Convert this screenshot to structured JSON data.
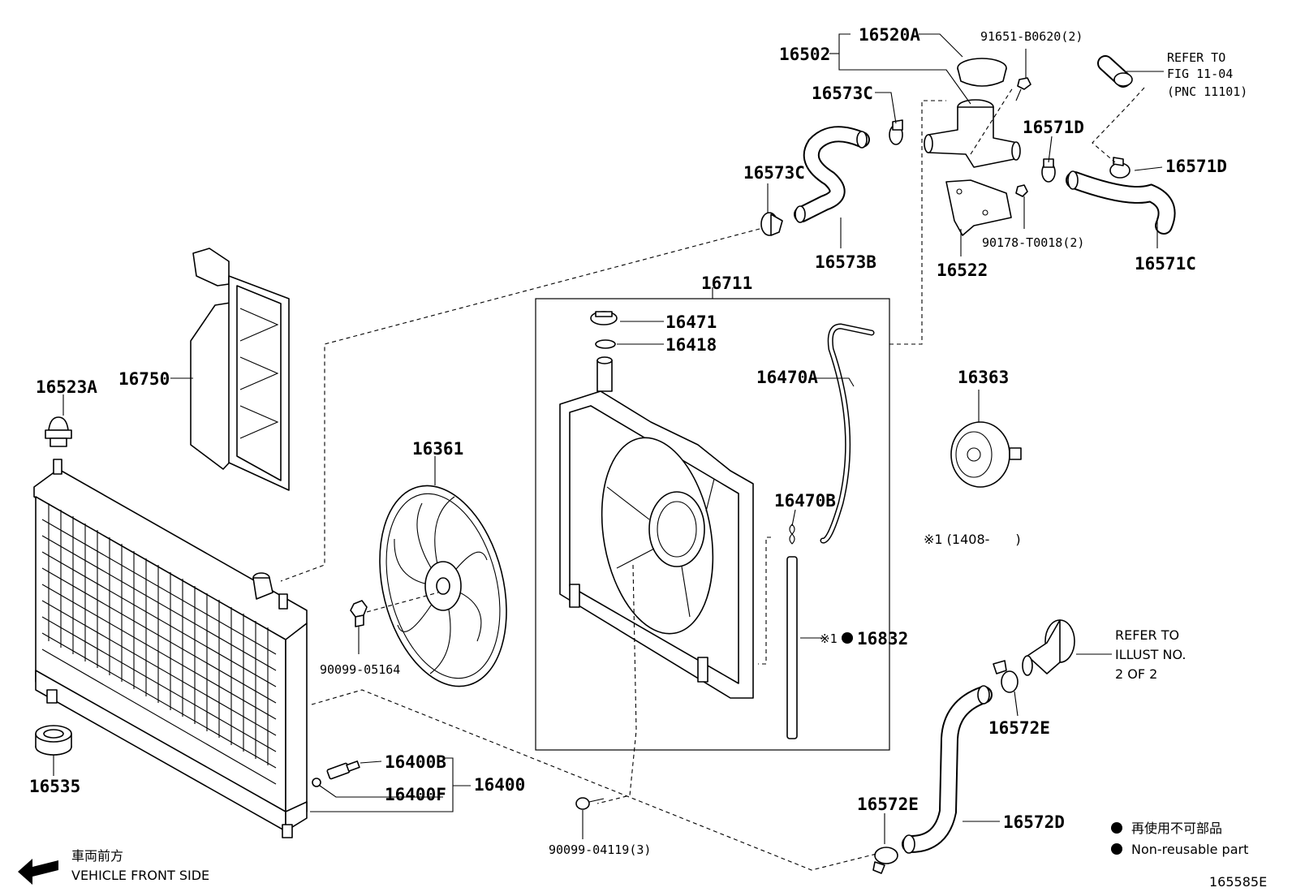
{
  "diagram_id": "165585E",
  "callouts": {
    "p16520A": "16520A",
    "p16502": "16502",
    "p91651": "91651-B0620(2)",
    "p16573C_top": "16573C",
    "p16573C_left": "16573C",
    "p16573B": "16573B",
    "p16571D_left": "16571D",
    "p16571D_right": "16571D",
    "p90178": "90178-T0018(2)",
    "p16522": "16522",
    "p16571C": "16571C",
    "p16711": "16711",
    "p16471": "16471",
    "p16418": "16418",
    "p16470A": "16470A",
    "p16470B": "16470B",
    "p16832": "16832",
    "p16832_mark": "※1",
    "p16363": "16363",
    "p16750": "16750",
    "p16523A": "16523A",
    "p16361": "16361",
    "p90099_05164": "90099-05164",
    "p16535": "16535",
    "p16400B": "16400B",
    "p16400F": "16400F",
    "p16400": "16400",
    "p90099_04119": "90099-04119(3)",
    "p16572E_right": "16572E",
    "p16572E_bottom": "16572E",
    "p16572D": "16572D"
  },
  "refer_fig": [
    "REFER TO",
    "FIG 11-04",
    "(PNC 11101)"
  ],
  "refer_illust": [
    "REFER TO",
    "ILLUST NO.",
    "2 OF 2"
  ],
  "applicability_note": "※1 (1408-　　)",
  "legend": {
    "non_reusable_jp": "再使用不可部品",
    "non_reusable_en": "Non-reusable part"
  },
  "front_side": {
    "jp": "車両前方",
    "en": "VEHICLE FRONT SIDE"
  }
}
